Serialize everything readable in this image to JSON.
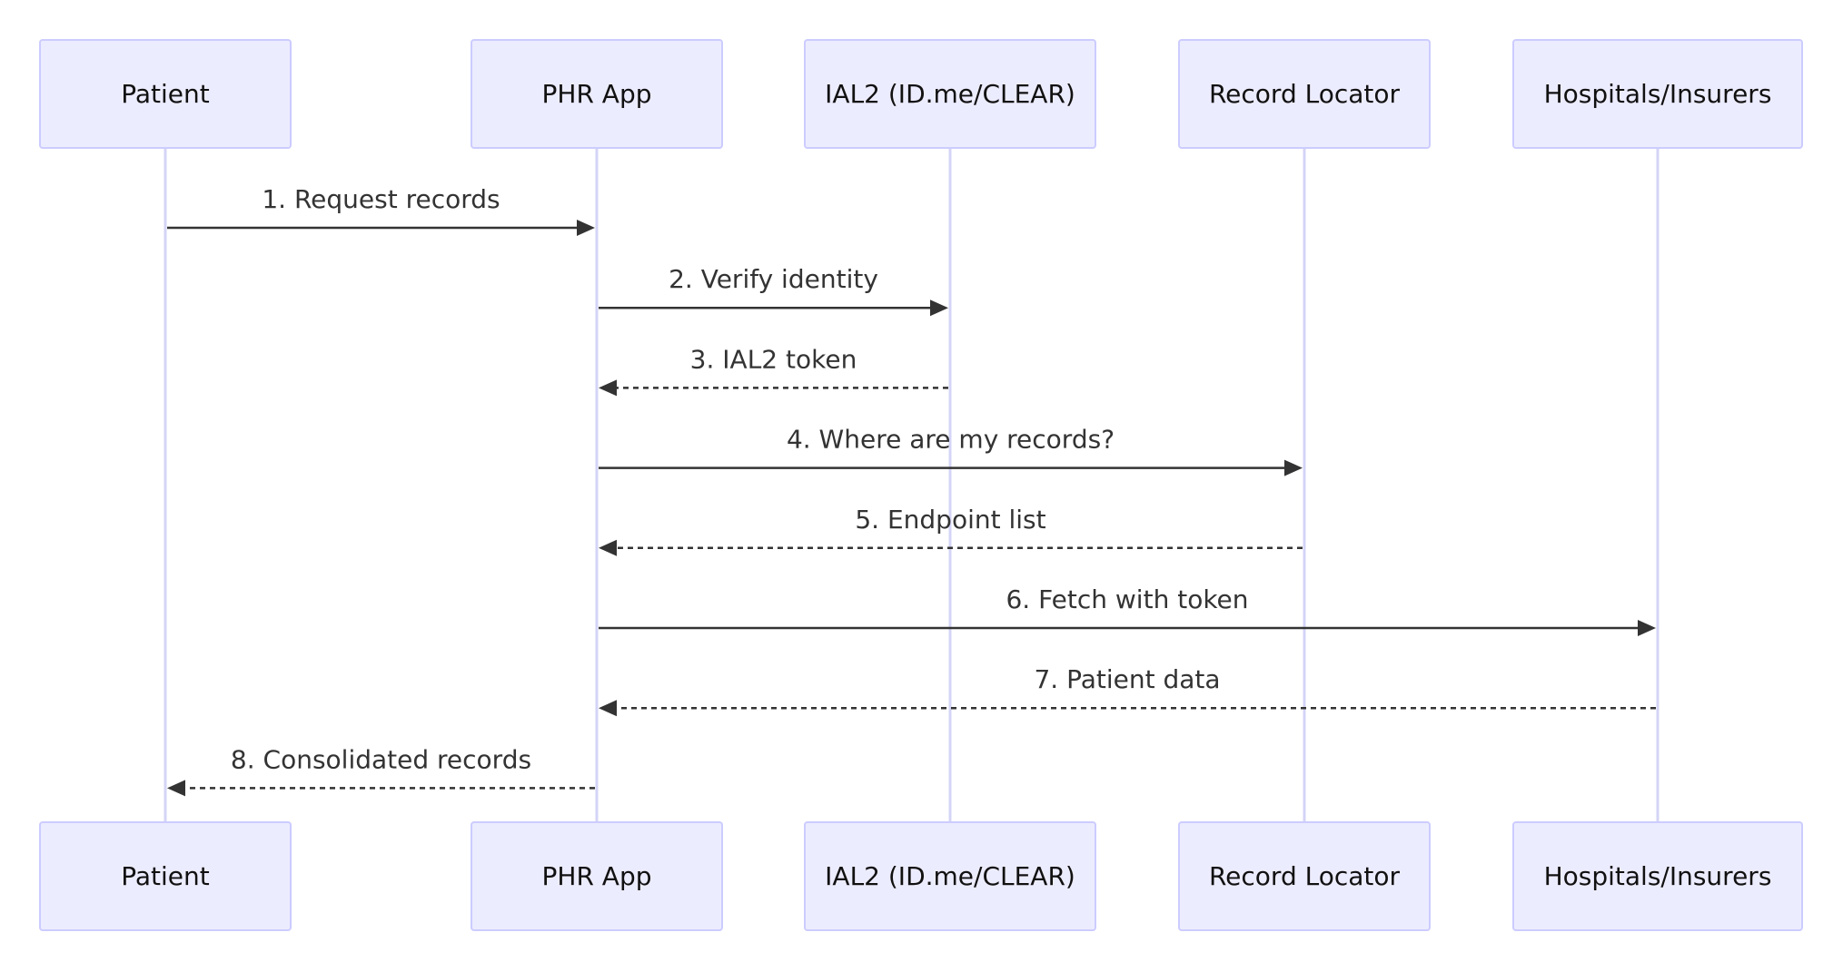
{
  "participants": [
    {
      "id": "patient",
      "label": "Patient"
    },
    {
      "id": "phr",
      "label": "PHR App"
    },
    {
      "id": "ial2",
      "label": "IAL2 (ID.me/CLEAR)"
    },
    {
      "id": "locator",
      "label": "Record Locator"
    },
    {
      "id": "hospitals",
      "label": "Hospitals/Insurers"
    }
  ],
  "messages": [
    {
      "from": "patient",
      "to": "phr",
      "label": "1. Request records",
      "style": "solid"
    },
    {
      "from": "phr",
      "to": "ial2",
      "label": "2. Verify identity",
      "style": "solid"
    },
    {
      "from": "ial2",
      "to": "phr",
      "label": "3. IAL2 token",
      "style": "dashed"
    },
    {
      "from": "phr",
      "to": "locator",
      "label": "4. Where are my records?",
      "style": "solid"
    },
    {
      "from": "locator",
      "to": "phr",
      "label": "5. Endpoint list",
      "style": "dashed"
    },
    {
      "from": "phr",
      "to": "hospitals",
      "label": "6. Fetch with token",
      "style": "solid"
    },
    {
      "from": "hospitals",
      "to": "phr",
      "label": "7. Patient data",
      "style": "dashed"
    },
    {
      "from": "phr",
      "to": "patient",
      "label": "8. Consolidated records",
      "style": "dashed"
    }
  ],
  "colors": {
    "actor_fill": "#ECECFF",
    "actor_stroke": "#CCCCFF",
    "lifeline": "#D4D4F7",
    "message": "#333333"
  }
}
